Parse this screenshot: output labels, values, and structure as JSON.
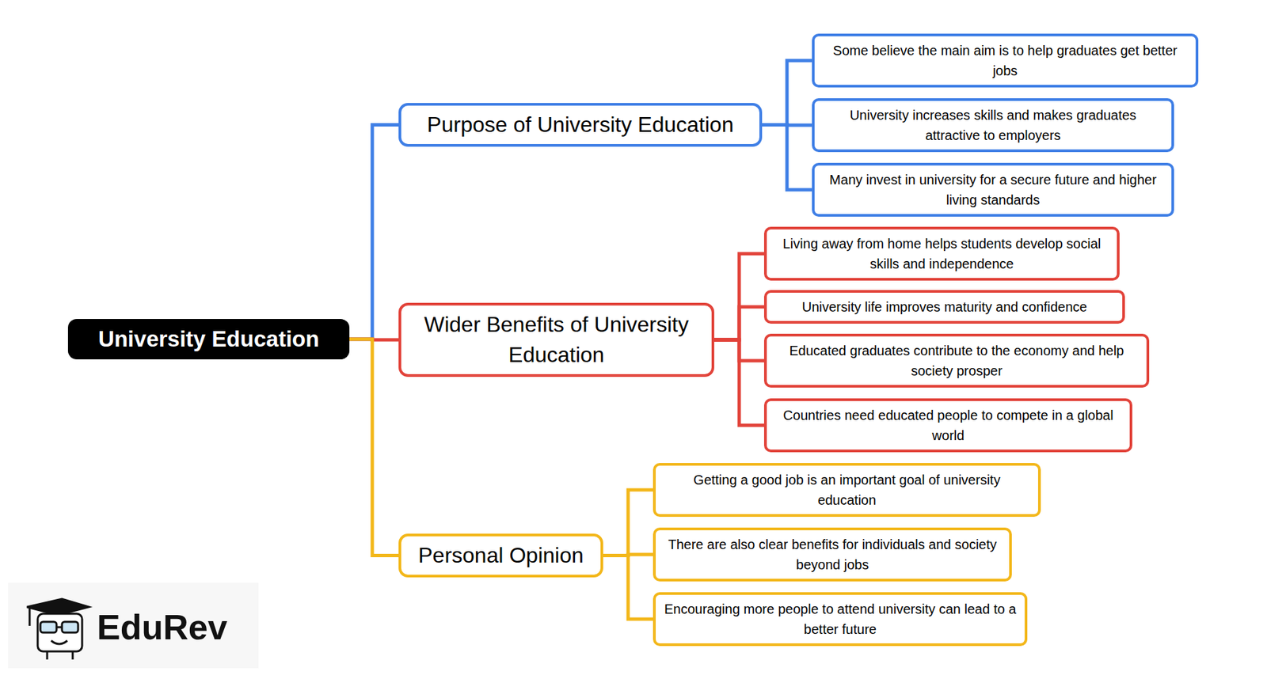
{
  "diagram": {
    "nodes": [
      {
        "text": [
          "University Education"
        ]
      },
      {
        "text": [
          "Purpose of University Education"
        ]
      },
      {
        "text": [
          "Some believe the main aim is to help graduates get better jobs"
        ]
      },
      {
        "text": [
          "University increases skills and makes graduates attractive to employers"
        ]
      },
      {
        "text": [
          "Many invest in university for a secure future and higher living standards"
        ]
      },
      {
        "text": [
          "Wider Benefits of University Education"
        ]
      },
      {
        "text": [
          "Living away from home helps students develop social skills and independence"
        ]
      },
      {
        "text": [
          "University life improves maturity and confidence"
        ]
      },
      {
        "text": [
          "Educated graduates contribute to the economy and help society prosper"
        ]
      },
      {
        "text": [
          "Countries need educated people to compete in a global world"
        ]
      },
      {
        "text": [
          "Personal Opinion"
        ]
      },
      {
        "text": [
          "Getting a good job is an important goal of university education"
        ]
      },
      {
        "text": [
          "There are also clear benefits for individuals and society beyond jobs"
        ]
      },
      {
        "text": [
          "Encouraging more people to attend university can lead to a better future"
        ]
      }
    ],
    "edges": [
      {
        "from": 0,
        "to": 1,
        "arrow": "none"
      },
      {
        "from": 0,
        "to": 5,
        "arrow": "none"
      },
      {
        "from": 0,
        "to": 10,
        "arrow": "none"
      },
      {
        "from": 1,
        "to": 2,
        "arrow": "none"
      },
      {
        "from": 1,
        "to": 3,
        "arrow": "none"
      },
      {
        "from": 1,
        "to": 4,
        "arrow": "none"
      },
      {
        "from": 5,
        "to": 6,
        "arrow": "none"
      },
      {
        "from": 5,
        "to": 7,
        "arrow": "none"
      },
      {
        "from": 5,
        "to": 8,
        "arrow": "none"
      },
      {
        "from": 5,
        "to": 9,
        "arrow": "none"
      },
      {
        "from": 10,
        "to": 11,
        "arrow": "none"
      },
      {
        "from": 10,
        "to": 12,
        "arrow": "none"
      },
      {
        "from": 10,
        "to": 13,
        "arrow": "none"
      }
    ],
    "labels": [
      "EduRev"
    ]
  }
}
